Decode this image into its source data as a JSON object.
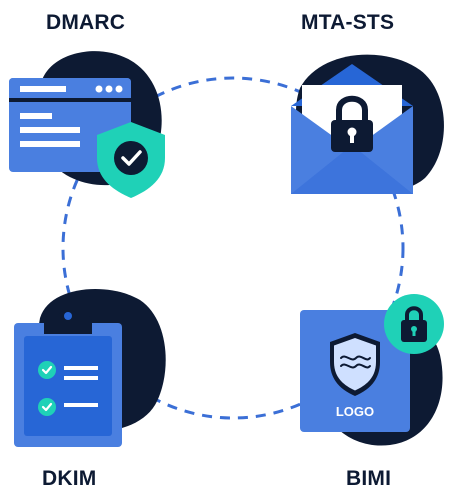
{
  "labels": {
    "dmarc": "DMARC",
    "mta_sts": "MTA-STS",
    "dkim": "DKIM",
    "bimi": "BIMI"
  },
  "bimi_logo_text": "LOGO",
  "icons": {
    "dmarc": [
      "browser-window-icon",
      "shield-check-icon"
    ],
    "mta_sts": [
      "envelope-icon",
      "padlock-icon"
    ],
    "dkim": [
      "clipboard-checklist-icon"
    ],
    "bimi": [
      "logo-card-icon",
      "shield-icon",
      "padlock-badge-icon"
    ]
  },
  "colors": {
    "dark_navy": "#0d1a33",
    "blue": "#4a7fe0",
    "dark_blue": "#2766d6",
    "teal": "#1fd1b7",
    "dashed_circle": "#3b6fd6"
  }
}
